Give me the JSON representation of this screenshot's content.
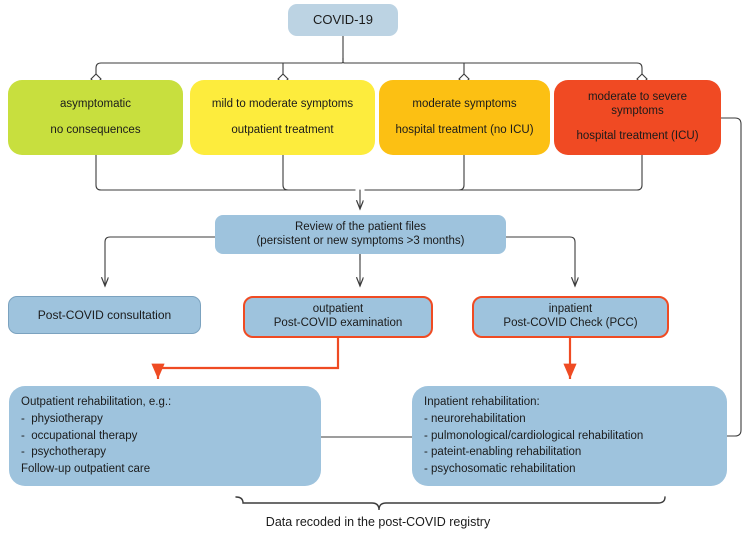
{
  "diagram": {
    "title": "COVID-19 post-COVID care pathway flowchart",
    "caption": "Data recoded in the post-COVID registry",
    "colors": {
      "root_blue": "#bcd3e3",
      "node_blue": "#9ec3dd",
      "green": "#c8df3e",
      "yellow": "#fdec3d",
      "orange": "#fcc013",
      "red": "#f04a23",
      "accent_red_line": "#ef4b23",
      "connector_gray": "#3b3b3b"
    },
    "root": {
      "label": "COVID-19"
    },
    "severity_nodes": [
      {
        "id": "asymptomatic",
        "line1": "asymptomatic",
        "line2": "no consequences",
        "color": "#c8df3e"
      },
      {
        "id": "mild-to-moderate",
        "line1": "mild to moderate symptoms",
        "line2": "outpatient treatment",
        "color": "#fdec3d"
      },
      {
        "id": "moderate",
        "line1": "moderate symptoms",
        "line2": "hospital treatment (no ICU)",
        "color": "#fcc013"
      },
      {
        "id": "moderate-to-severe",
        "line1": "moderate to severe",
        "line1b": "symptoms",
        "line2": "hospital treatment (ICU)",
        "color": "#f04a23"
      }
    ],
    "review": {
      "line1": "Review of the patient files",
      "line2": "(persistent or new symptoms >3 months)"
    },
    "pathways": [
      {
        "id": "post-covid-consultation",
        "line1": "Post-COVID consultation",
        "line2": "",
        "highlight": false
      },
      {
        "id": "outpatient-post-covid-examination",
        "line1": "outpatient",
        "line2": "Post-COVID examination",
        "highlight": true
      },
      {
        "id": "inpatient-post-covid-check",
        "line1": "inpatient",
        "line2": "Post-COVID Check (PCC)",
        "highlight": true
      }
    ],
    "rehabilitation": {
      "outpatient": {
        "heading": "Outpatient rehabilitation, e.g.:",
        "items": [
          "-  physiotherapy",
          "-  occupational therapy",
          "-  psychotherapy"
        ],
        "footer": "Follow-up outpatient care"
      },
      "inpatient": {
        "heading": "Inpatient rehabilitation:",
        "items": [
          "- neurorehabilitation",
          "- pulmonological/cardiological rehabilitation",
          "- pateint-enabling rehabilitation",
          "- psychosomatic rehabilitation"
        ],
        "footer": ""
      }
    }
  }
}
